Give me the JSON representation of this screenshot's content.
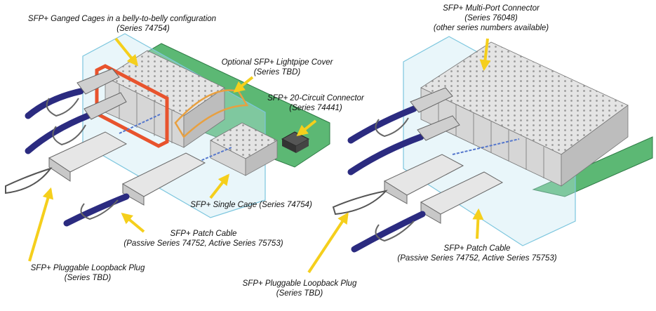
{
  "labels": {
    "ganged_cages": {
      "line1": "SFP+ Ganged Cages in a belly-to-belly configuration",
      "line2": "(Series 74754)"
    },
    "lightpipe": {
      "line1": "Optional SFP+ Lightpipe Cover",
      "line2": "(Series TBD)"
    },
    "connector_20": {
      "line1": "SFP+ 20-Circuit Connector",
      "line2": "(Series 74441)"
    },
    "single_cage": {
      "line1": "SFP+ Single Cage (Series 74754)"
    },
    "patch_cable_left": {
      "line1": "SFP+ Patch Cable",
      "line2": "(Passive Series 74752, Active Series 75753)"
    },
    "loopback_left": {
      "line1": "SFP+ Pluggable Loopback Plug",
      "line2": "(Series TBD)"
    },
    "multiport": {
      "line1": "SFP+ Multi-Port Connector",
      "line2": "(Series 76048)",
      "line3": "(other series numbers available)"
    },
    "patch_cable_right": {
      "line1": "SFP+ Patch Cable",
      "line2": "(Passive Series 74752, Active Series 75753)"
    },
    "loopback_right": {
      "line1": "SFP+ Pluggable Loopback Plug",
      "line2": "(Series TBD)"
    }
  },
  "colors": {
    "arrow": "#f5cf1c",
    "pcb": "#5cb874",
    "panel": "#8fd0e6",
    "cable": "#3a3aa0",
    "gasket": "#e8532d",
    "metal": "#cfcfcf"
  }
}
